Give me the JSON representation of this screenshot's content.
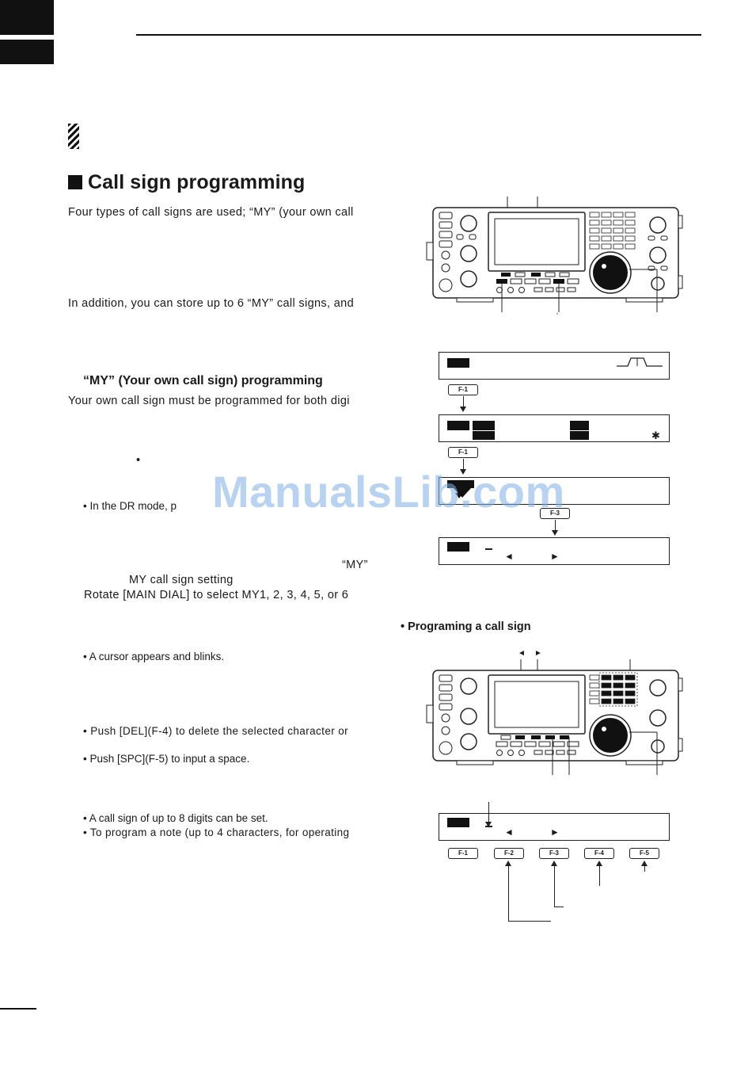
{
  "section": {
    "title": "Call sign programming"
  },
  "text": {
    "intro1": "Four types of call signs are used; “MY” (your own call",
    "intro2": "In addition, you can store up to 6 “MY” call signs, and",
    "my_heading": "“MY” (Your own call sign) programming",
    "my_p1": "Your own call sign must be programmed for both digi",
    "bullet_dot": "•",
    "dr_note": "• In the DR mode, p",
    "my_quote": "“MY”",
    "my_setting": "MY call sign setting",
    "rotate": "Rotate [MAIN DIAL] to select MY1, 2, 3, 4, 5, or 6",
    "cursor": "• A cursor appears and blinks.",
    "del": "• Push [DEL](F-4) to delete the selected character or",
    "spc": "• Push [SPC](F-5) to input a space.",
    "digits": "• A call sign of up to 8 digits can be set.",
    "note": "• To program a note (up to 4 characters, for operating",
    "programming_heading": "• Programing a call sign"
  },
  "figure": {
    "fkeys": [
      "F-1",
      "F-1",
      "F-3"
    ],
    "bottom_fkeys": [
      "F-1",
      "F-2",
      "F-3",
      "F-4",
      "F-5"
    ],
    "left_arrow": "◄",
    "right_arrow": "►",
    "star": "✱",
    "dot": "·"
  },
  "watermark": "ManualsLib.com"
}
